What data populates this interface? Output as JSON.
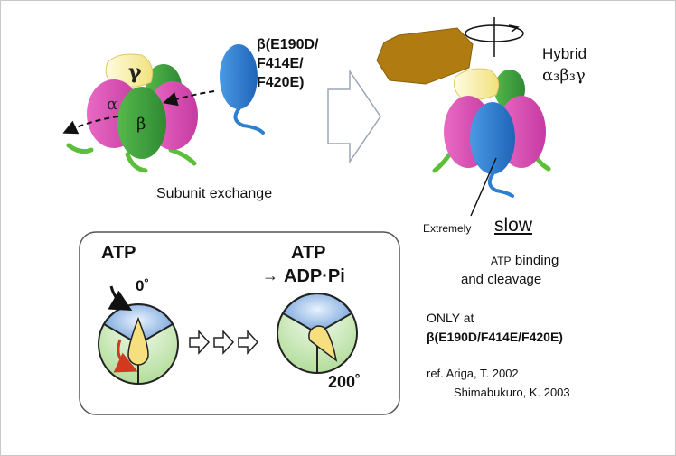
{
  "mutant_label": [
    "β(E190D/",
    "F414E/",
    "F420E)"
  ],
  "left_complex": {
    "gamma": "γ",
    "alpha": "α",
    "beta": "β"
  },
  "subunit_exchange": "Subunit exchange",
  "hybrid_label": "Hybrid",
  "hybrid_formula": "α₃β₃γ",
  "slow_prefix": "Extremely",
  "slow_word": "slow",
  "slow_desc_line1_small": "ATP",
  "slow_desc_line1": "binding",
  "slow_desc_line2": "and cleavage",
  "only_at": "ONLY at",
  "only_at_mutant": "β(E190D/F414E/F420E)",
  "reference": [
    "ref. Ariga, T. 2002",
    "Shimabukuro, K. 2003"
  ],
  "inset": {
    "left_atp": "ATP",
    "left_angle": "0˚",
    "right_atp": "ATP",
    "right_arrow": "→",
    "right_adp": "ADP·Pi",
    "right_angle": "200˚"
  },
  "colors": {
    "alpha": "#d44fb0",
    "beta": "#3a9a3a",
    "beta_mutant": "#2a78c8",
    "gamma": "#f5eea0",
    "rotor": "#b07c12",
    "tail_green": "#5bbf3a",
    "tail_blue": "#2f7fd0",
    "arrow_red": "#d13a1e"
  }
}
